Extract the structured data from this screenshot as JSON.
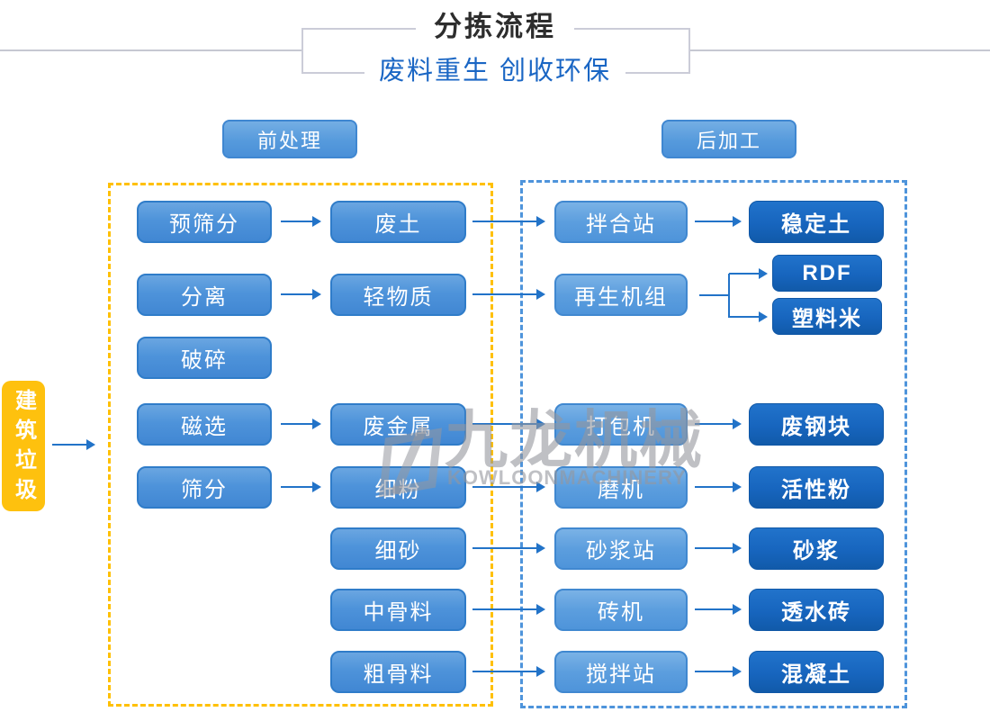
{
  "header": {
    "title": "分拣流程",
    "subtitle": "废料重生 创收环保"
  },
  "section_labels": {
    "pre": "前处理",
    "post": "后加工"
  },
  "source_label": "建筑垃圾",
  "rows": [
    {
      "step": "预筛分",
      "material": "废土",
      "process": "拌合站",
      "products": [
        "稳定土"
      ]
    },
    {
      "step": "分离",
      "material": "轻物质",
      "process": "再生机组",
      "products": [
        "RDF",
        "塑料米"
      ]
    },
    {
      "step": "破碎"
    },
    {
      "step": "磁选",
      "material": "废金属",
      "process": "打包机",
      "products": [
        "废钢块"
      ]
    },
    {
      "step": "筛分",
      "material": "细粉",
      "process": "磨机",
      "products": [
        "活性粉"
      ]
    },
    {
      "material": "细砂",
      "process": "砂浆站",
      "products": [
        "砂浆"
      ]
    },
    {
      "material": "中骨料",
      "process": "砖机",
      "products": [
        "透水砖"
      ]
    },
    {
      "material": "粗骨料",
      "process": "搅拌站",
      "products": [
        "混凝土"
      ]
    }
  ],
  "watermark": {
    "logo_cn": "九龙机械",
    "logo_en": "KOWLOONMACHINERY"
  },
  "colors": {
    "box_blue": "#4e93da",
    "box_blue_light": "#5c9ede",
    "box_dark_blue": "#1765be",
    "source_yellow": "#fec10e",
    "dash_yellow": "#ffc000",
    "dash_blue": "#4e94db",
    "arrow_blue": "#2273c8",
    "subtitle_blue": "#1a66c4",
    "title_gray": "#2d2d2d"
  }
}
